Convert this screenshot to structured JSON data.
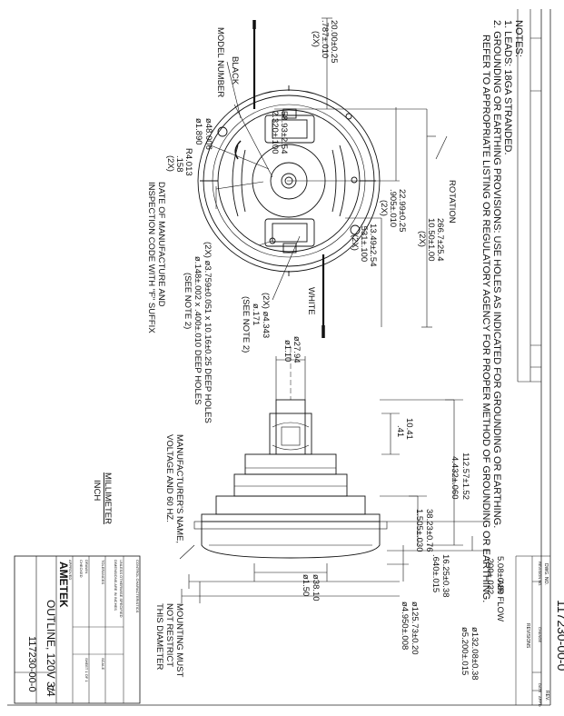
{
  "notes": {
    "heading": "NOTES:",
    "line1": "1. LEADS: 18GA STRANDED.",
    "line2": "2. GROUNDING OR EARTHING PROVISIONS: USE HOLES AS INDICATED FOR GROUNDING OR EARTHING.",
    "line3": "REFER TO APPROPRIATE LISTING OR REGULATORY AGENCY FOR PROPER METHOD OF GROUNDING OR EARTHING."
  },
  "top_view": {
    "lead_length_mm": "20.00±0.25",
    "lead_length_in": ".787±.010",
    "lead_length_qty": "(2X)",
    "model_number": "MODEL NUMBER",
    "black": "BLACK",
    "dia48_mm": "ø48.006",
    "dia48_in": "ø1.890",
    "radius_in": "R4.013",
    "radius_mm": ".158",
    "radius_qty": "(2X)",
    "date_code1": "DATE OF MANUFACTURE AND",
    "date_code2": "INSPECTION CODE WITH \"F\" SUFFIX",
    "dim5893_mm": "58.93±2.54",
    "dim5893_in": "2.320±.100",
    "rotation": "ROTATION",
    "dim2299_mm": "22.99±0.25",
    "dim2299_in": ".905±.010",
    "dim2299_qty": "(2X)",
    "dim2667_mm": "266.7±25.4",
    "dim2667_in": "10.50±1.00",
    "dim2667_qty": "(2X)",
    "dim1349_mm": "13.49±2.54",
    "dim1349_in": ".531±.100",
    "dim1349_qty": "(2X)",
    "white": "WHITE",
    "hole_a": "(2X) ø3.759±0.051 x 10.16±0.25 DEEP HOLES",
    "hole_b": "ø.148±.002  x .400±.010 DEEP HOLES",
    "hole_note": "(SEE NOTE 2)",
    "hole2_a": "(2X) ø4.343",
    "hole2_b": "ø.171",
    "hole2_note": "(SEE NOTE 2)"
  },
  "side_view": {
    "dia2794_mm": "ø27.94",
    "dia2794_in": "ø1.10",
    "dim1041_mm": "10.41",
    "dim1041_in": ".41",
    "dim11257_mm": "112.57±1.52",
    "dim11257_in": "4.432±.060",
    "dim3823_mm": "38.23±0.76",
    "dim3823_in": "1.505±.030",
    "mfr1": "MANUFACTURER'S NAME,",
    "mfr2": "VOLTAGE AND 60 HZ.",
    "unit_mm": "MILLIMETER",
    "unit_in": "INCH",
    "dim508_mm": "5.08±0.80",
    "dim508_in": ".200±.032",
    "air_flow": "AIR FLOW",
    "dim1625_mm": "16.25±0.38",
    "dim1625_in": ".640±.015",
    "dim13208_mm": "ø132.08±0.38",
    "dim13208_in": "ø5.200±.015",
    "dim12573_mm": "ø125.73±0.20",
    "dim12573_in": "ø4.950±.008",
    "dim3810_mm": "ø38.10",
    "dim3810_in": "ø1.50",
    "mount1": "MOUNTING MUST",
    "mount2": "NOT RESTRICT",
    "mount3": "THIS DIAMETER"
  },
  "title_block": {
    "company": "AMETEK",
    "title": "OUTLINE, 120V 3/4",
    "size": "C",
    "dwg_no": "117230-00-0",
    "fine1": "CONTROL CHARACTERISTICS",
    "fine2": "UNLESS OTHERWISE SPECIFIED",
    "fine3": "DIMENSIONS ARE IN INCHES",
    "fine4": "TOLERANCES",
    "fine5": "DRAWN",
    "fine6": "CHECKED",
    "fine7": "APPROVED",
    "fine8": "SCALE",
    "fine9": "SHEET 1 OF 1"
  },
  "revision_block": {
    "dwg_no_label": "DWG. NO.",
    "dwg_no": "117230-00-0",
    "rev": "REV.",
    "revisions": "REVISIONS",
    "col_rev": "REVISION NO.",
    "col_change": "CHANGE",
    "col_date": "DATE",
    "col_appd": "APP'D"
  }
}
